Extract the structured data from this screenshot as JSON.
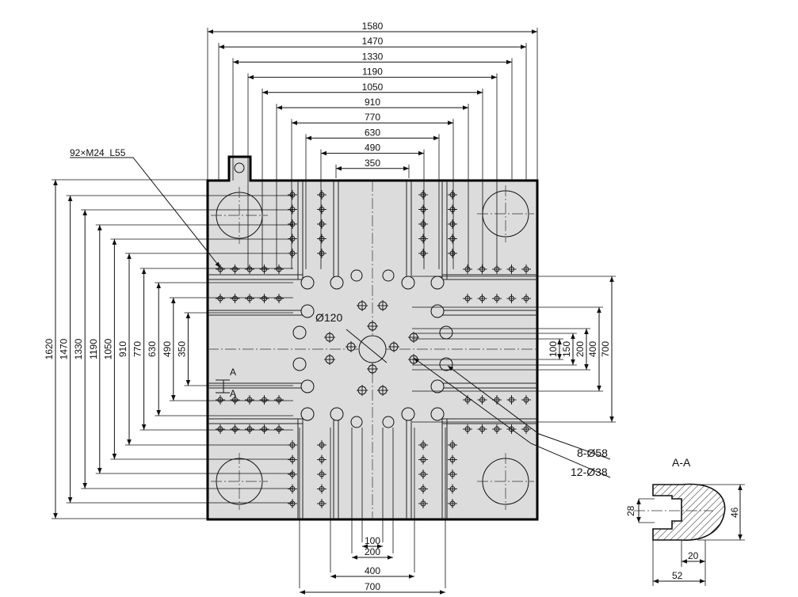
{
  "top_dimensions": [
    "1580",
    "1470",
    "1330",
    "1190",
    "1050",
    "910",
    "770",
    "630",
    "490",
    "350"
  ],
  "left_dimensions": [
    "1620",
    "1470",
    "1330",
    "1190",
    "1050",
    "910",
    "770",
    "630",
    "490",
    "350"
  ],
  "right_dimensions": [
    "100",
    "150",
    "200",
    "400",
    "700"
  ],
  "bottom_dimensions": [
    "100",
    "200",
    "400",
    "700"
  ],
  "callouts": {
    "thread_holes": "92×M24_L55",
    "center_bore": "Ø120",
    "holes_58": "8-Ø58",
    "holes_38": "12-Ø38"
  },
  "section": {
    "title": "A-A",
    "marker_label": "A",
    "dims": {
      "height_inner": "28",
      "height_outer": "46",
      "width_slot": "20",
      "width_total": "52"
    }
  },
  "colors": {
    "plate_fill": "#dcdcdc",
    "line": "#111111"
  }
}
